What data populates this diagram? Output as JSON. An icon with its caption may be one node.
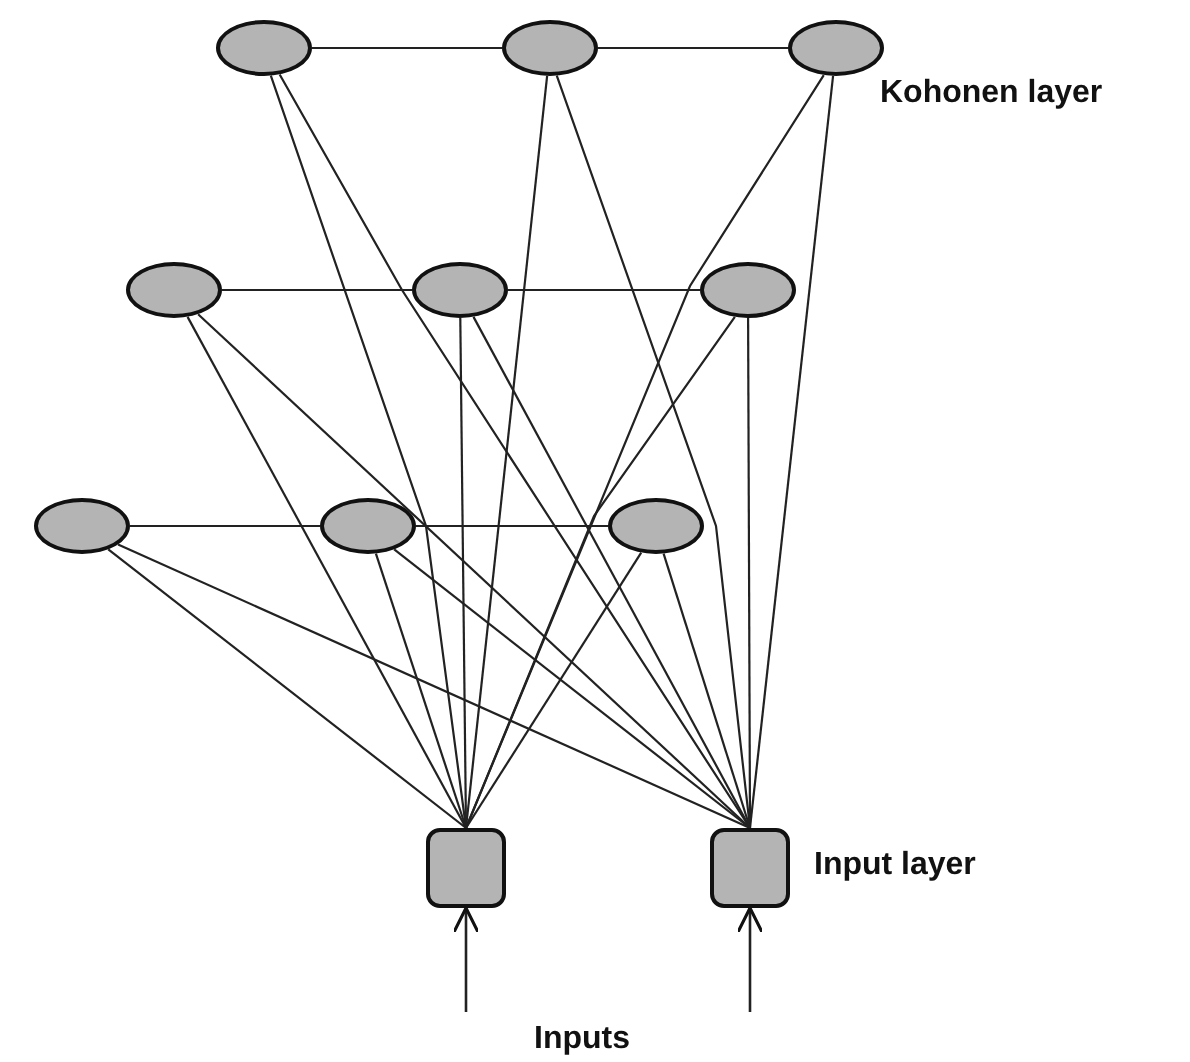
{
  "diagram": {
    "nodes": [
      {
        "text": [],
        "shape": "ellipse"
      },
      {
        "text": [],
        "shape": "ellipse"
      },
      {
        "text": [],
        "shape": "ellipse"
      },
      {
        "text": [],
        "shape": "ellipse"
      },
      {
        "text": [],
        "shape": "ellipse"
      },
      {
        "text": [],
        "shape": "ellipse"
      },
      {
        "text": [],
        "shape": "ellipse"
      },
      {
        "text": [],
        "shape": "ellipse"
      },
      {
        "text": [],
        "shape": "ellipse"
      },
      {
        "text": [],
        "shape": "box"
      },
      {
        "text": [],
        "shape": "box"
      }
    ],
    "edges": [
      {
        "from": 0,
        "to": 1,
        "arrow": "none"
      },
      {
        "from": 1,
        "to": 2,
        "arrow": "none"
      },
      {
        "from": 3,
        "to": 4,
        "arrow": "none"
      },
      {
        "from": 4,
        "to": 5,
        "arrow": "none"
      },
      {
        "from": 6,
        "to": 7,
        "arrow": "none"
      },
      {
        "from": 7,
        "to": 8,
        "arrow": "none"
      },
      {
        "from": 0,
        "to": 9,
        "arrow": "none"
      },
      {
        "from": 0,
        "to": 10,
        "arrow": "none"
      },
      {
        "from": 1,
        "to": 9,
        "arrow": "none"
      },
      {
        "from": 1,
        "to": 10,
        "arrow": "none"
      },
      {
        "from": 2,
        "to": 9,
        "arrow": "none"
      },
      {
        "from": 2,
        "to": 10,
        "arrow": "none"
      },
      {
        "from": 3,
        "to": 9,
        "arrow": "none"
      },
      {
        "from": 3,
        "to": 10,
        "arrow": "none"
      },
      {
        "from": 4,
        "to": 9,
        "arrow": "none"
      },
      {
        "from": 4,
        "to": 10,
        "arrow": "none"
      },
      {
        "from": 5,
        "to": 9,
        "arrow": "none"
      },
      {
        "from": 5,
        "to": 10,
        "arrow": "none"
      },
      {
        "from": 6,
        "to": 9,
        "arrow": "none"
      },
      {
        "from": 6,
        "to": 10,
        "arrow": "none"
      },
      {
        "from": 7,
        "to": 9,
        "arrow": "none"
      },
      {
        "from": 7,
        "to": 10,
        "arrow": "none"
      },
      {
        "from": 8,
        "to": 9,
        "arrow": "none"
      },
      {
        "from": 8,
        "to": 10,
        "arrow": "none"
      },
      {
        "from": null,
        "to": 9,
        "arrow": "to"
      },
      {
        "from": null,
        "to": 10,
        "arrow": "to"
      }
    ],
    "labels": [
      "Kohonen layer",
      "Input layer",
      "Inputs"
    ]
  }
}
